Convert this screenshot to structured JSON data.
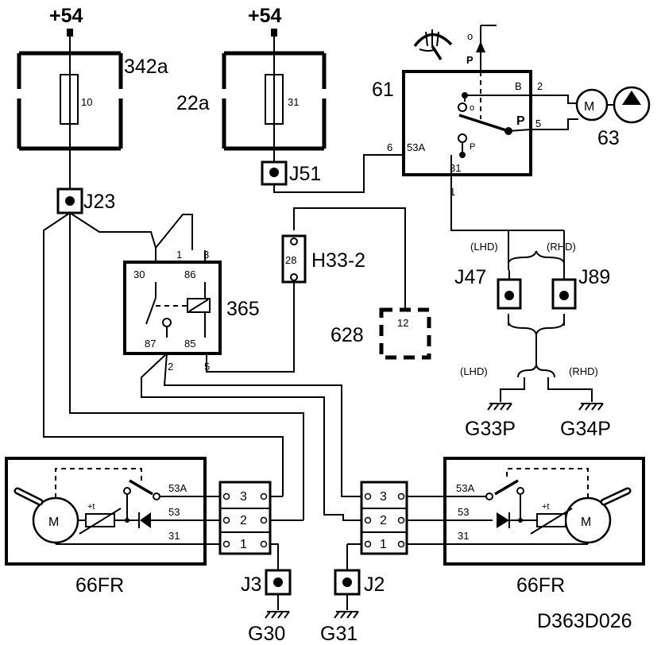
{
  "diagram_id": "D363D026",
  "power": {
    "label1": "+54",
    "label2": "+54"
  },
  "fuses": [
    {
      "box": "342a",
      "fuse": "10"
    },
    {
      "box": "22a",
      "fuse": "31"
    }
  ],
  "connectors": {
    "j23": "J23",
    "j51": "J51",
    "j47": "J47",
    "j89": "J89",
    "j3": "J3",
    "j2": "J2",
    "h33": "H33-2",
    "h33_pin": "28"
  },
  "relay": {
    "label": "365",
    "pins": {
      "p30": "30",
      "p86": "86",
      "p87": "87",
      "p85": "85"
    },
    "wires": {
      "w1": "1",
      "w2": "2",
      "w3": "3",
      "w5": "5"
    }
  },
  "module628": {
    "label": "628",
    "pin": "12"
  },
  "switch61": {
    "label": "61",
    "terminals": {
      "b": "B",
      "p_right": "P",
      "o_contact": "o",
      "p_contact": "P",
      "t53a": "53A",
      "t31": "31",
      "o_top": "o",
      "p_top": "P"
    },
    "wires": {
      "w2": "2",
      "w5": "5",
      "w6": "6",
      "w1": "1"
    }
  },
  "pump": {
    "label": "63",
    "motor": "M"
  },
  "drive": {
    "lhd1": "(LHD)",
    "rhd1": "(RHD)",
    "lhd2": "(LHD)",
    "rhd2": "(RHD)"
  },
  "grounds": {
    "g33p": "G33P",
    "g34p": "G34P",
    "g30": "G30",
    "g31": "G31"
  },
  "motors": [
    {
      "label": "66FR",
      "motor": "M",
      "thermal": "+t",
      "t53a": "53A",
      "t53": "53",
      "t31": "31"
    },
    {
      "label": "66FR",
      "motor": "M",
      "thermal": "+t",
      "t53a": "53A",
      "t53": "53",
      "t31": "31"
    }
  ],
  "terminal_blocks": [
    {
      "pins": [
        "3",
        "2",
        "1"
      ]
    },
    {
      "pins": [
        "3",
        "2",
        "1"
      ]
    }
  ]
}
